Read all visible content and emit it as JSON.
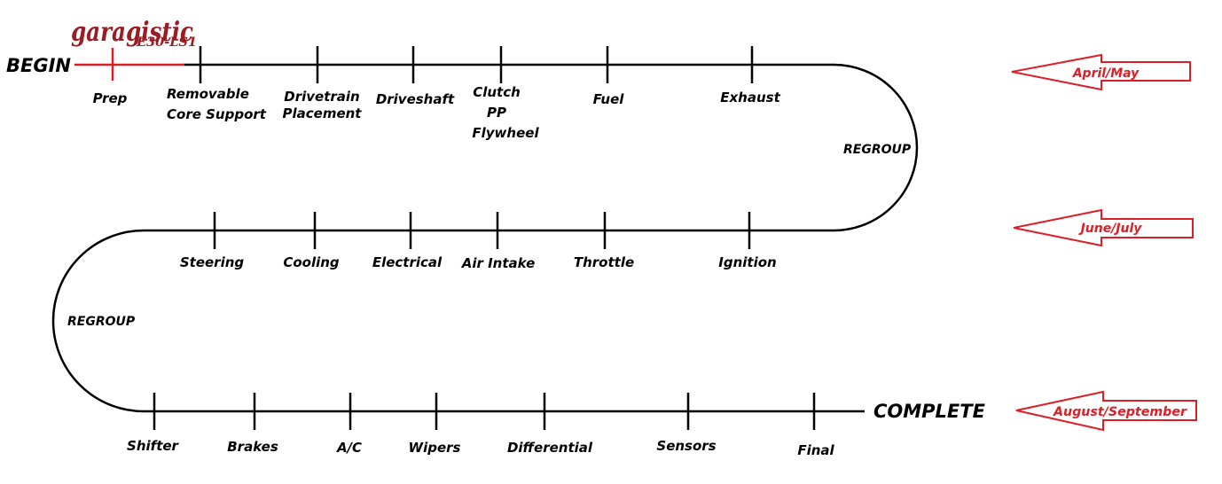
{
  "logo": {
    "name": "garagistic",
    "sub": "E30-LS1"
  },
  "begin_label": "BEGIN",
  "complete_label": "COMPLETE",
  "regroup_label": "REGROUP",
  "colors": {
    "line": "#000000",
    "accent": "#dc1f26",
    "logo": "#9b1c22"
  },
  "rows": [
    {
      "milestones": [
        {
          "lines": [
            "Prep"
          ]
        },
        {
          "lines": [
            "Removable",
            "Core Support"
          ]
        },
        {
          "lines": [
            "Drivetrain",
            "Placement"
          ]
        },
        {
          "lines": [
            "Driveshaft"
          ]
        },
        {
          "lines": [
            "Clutch",
            "PP",
            "Flywheel"
          ]
        },
        {
          "lines": [
            "Fuel"
          ]
        },
        {
          "lines": [
            "Exhaust"
          ]
        }
      ]
    },
    {
      "milestones": [
        {
          "lines": [
            "Steering"
          ]
        },
        {
          "lines": [
            "Cooling"
          ]
        },
        {
          "lines": [
            "Electrical"
          ]
        },
        {
          "lines": [
            "Air Intake"
          ]
        },
        {
          "lines": [
            "Throttle"
          ]
        },
        {
          "lines": [
            "Ignition"
          ]
        }
      ]
    },
    {
      "milestones": [
        {
          "lines": [
            "Shifter"
          ]
        },
        {
          "lines": [
            "Brakes"
          ]
        },
        {
          "lines": [
            "A/C"
          ]
        },
        {
          "lines": [
            "Wipers"
          ]
        },
        {
          "lines": [
            "Differential"
          ]
        },
        {
          "lines": [
            "Sensors"
          ]
        },
        {
          "lines": [
            "Final"
          ]
        }
      ]
    }
  ],
  "schedule": [
    {
      "label": "April/May"
    },
    {
      "label": "June/July"
    },
    {
      "label": "August/September"
    }
  ]
}
